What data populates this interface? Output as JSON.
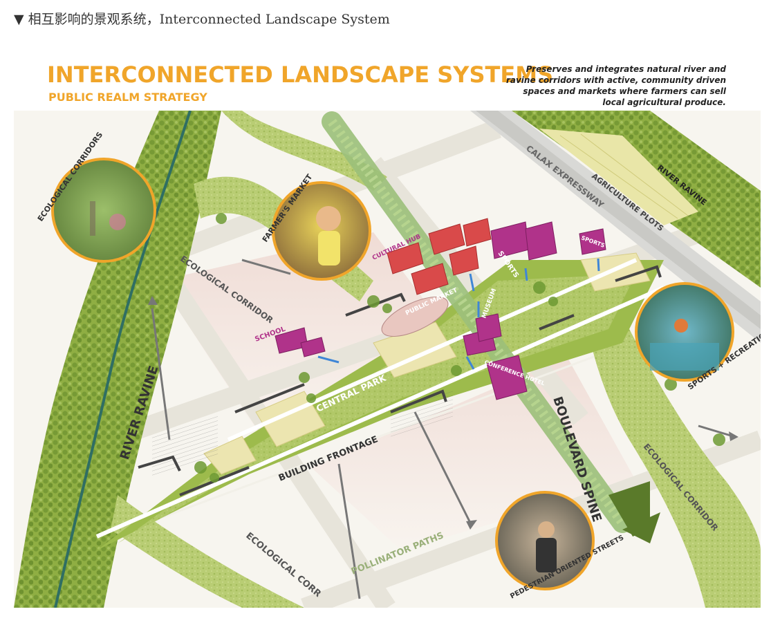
{
  "caption": "▼ 相互影响的景观系统，Interconnected Landscape System",
  "figure": {
    "title": "INTERCONNECTED LANDSCAPE SYSTEMS",
    "subtitle": "PUBLIC REALM STRATEGY",
    "description": [
      "Preserves and integrates natural river and",
      "ravine corridors with active, community driven",
      "spaces and markets where farmers can sell",
      "local agricultural produce."
    ],
    "labels": {
      "ecological_corridors": "ECOLOGICAL CORRIDORS",
      "farmers_market": "FARMER'S MARKET",
      "cultural_hub": "CULTURAL HUB",
      "sports_1": "SPORTS",
      "sports_2": "SPORTS",
      "calax": "CALAX EXPRESSWAY",
      "agriculture_plots": "AGRICULTURE PLOTS",
      "river_ravine_top": "RIVER RAVINE",
      "ecological_corridor_left": "ECOLOGICAL CORRIDOR",
      "school": "SCHOOL",
      "public_market": "PUBLIC MARKET",
      "museum": "MUSEUM",
      "conference_hotel": "CONFERENCE HOTEL",
      "central_park": "CENTRAL PARK",
      "river_ravine_left": "RIVER RAVINE",
      "building_frontage": "BUILDING FRONTAGE",
      "boulevard_spine": "BOULEVARD SPINE",
      "sports_recreation": "SPORTS + RECREATION",
      "ecological_corridor_right": "ECOLOGICAL CORRIDOR",
      "pollinator_paths": "POLLINATOR PATHS",
      "ecological_corr_bottom": "ECOLOGICAL CORR",
      "pedestrian_streets": "PEDESTRIAN ORIENTED STREETS"
    },
    "colors": {
      "title": "#f0a52a",
      "green_dark": "#7d9e3a",
      "green_light": "#c9d98a",
      "magenta": "#b0338a",
      "red_building": "#d94a4a",
      "road": "#f4f2ea",
      "plaza": "#e8e3b8"
    }
  }
}
